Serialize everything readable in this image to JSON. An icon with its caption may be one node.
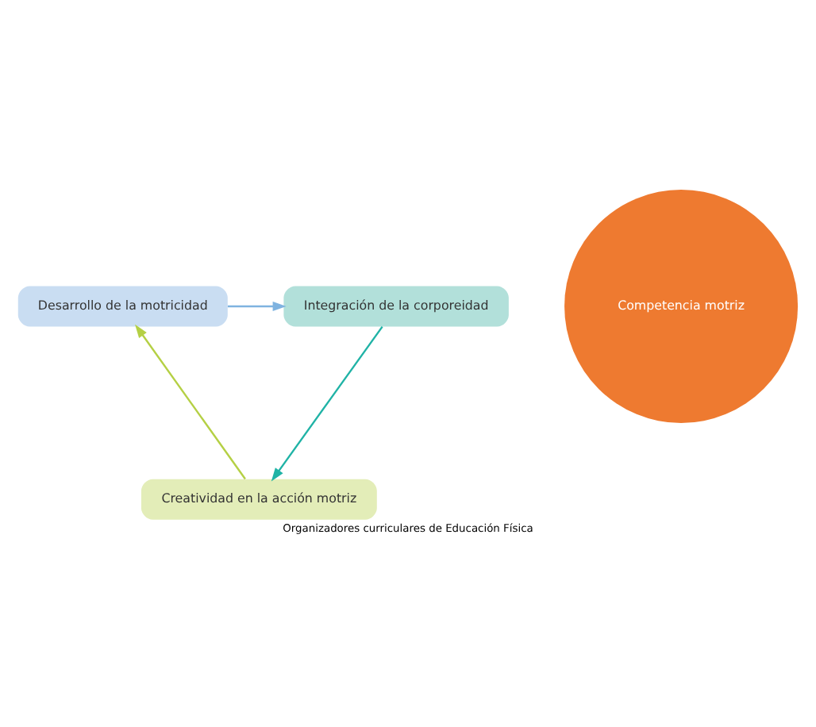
{
  "diagram": {
    "caption": "Organizadores curriculares de Educación Física",
    "nodes": [
      {
        "text": [
          "Competencia motriz"
        ]
      },
      {
        "text": [
          "Desarrollo de la motricidad"
        ]
      },
      {
        "text": [
          "Integración de la corporeidad"
        ]
      },
      {
        "text": [
          "Creatividad en la acción motriz"
        ]
      }
    ],
    "edges": [
      {
        "from": 1,
        "to": 2,
        "arrow": "to",
        "color": "#7fb3e0"
      },
      {
        "from": 2,
        "to": 3,
        "arrow": "to",
        "color": "#20b3a6"
      },
      {
        "from": 3,
        "to": 1,
        "arrow": "to",
        "color": "#b5d045"
      }
    ]
  }
}
